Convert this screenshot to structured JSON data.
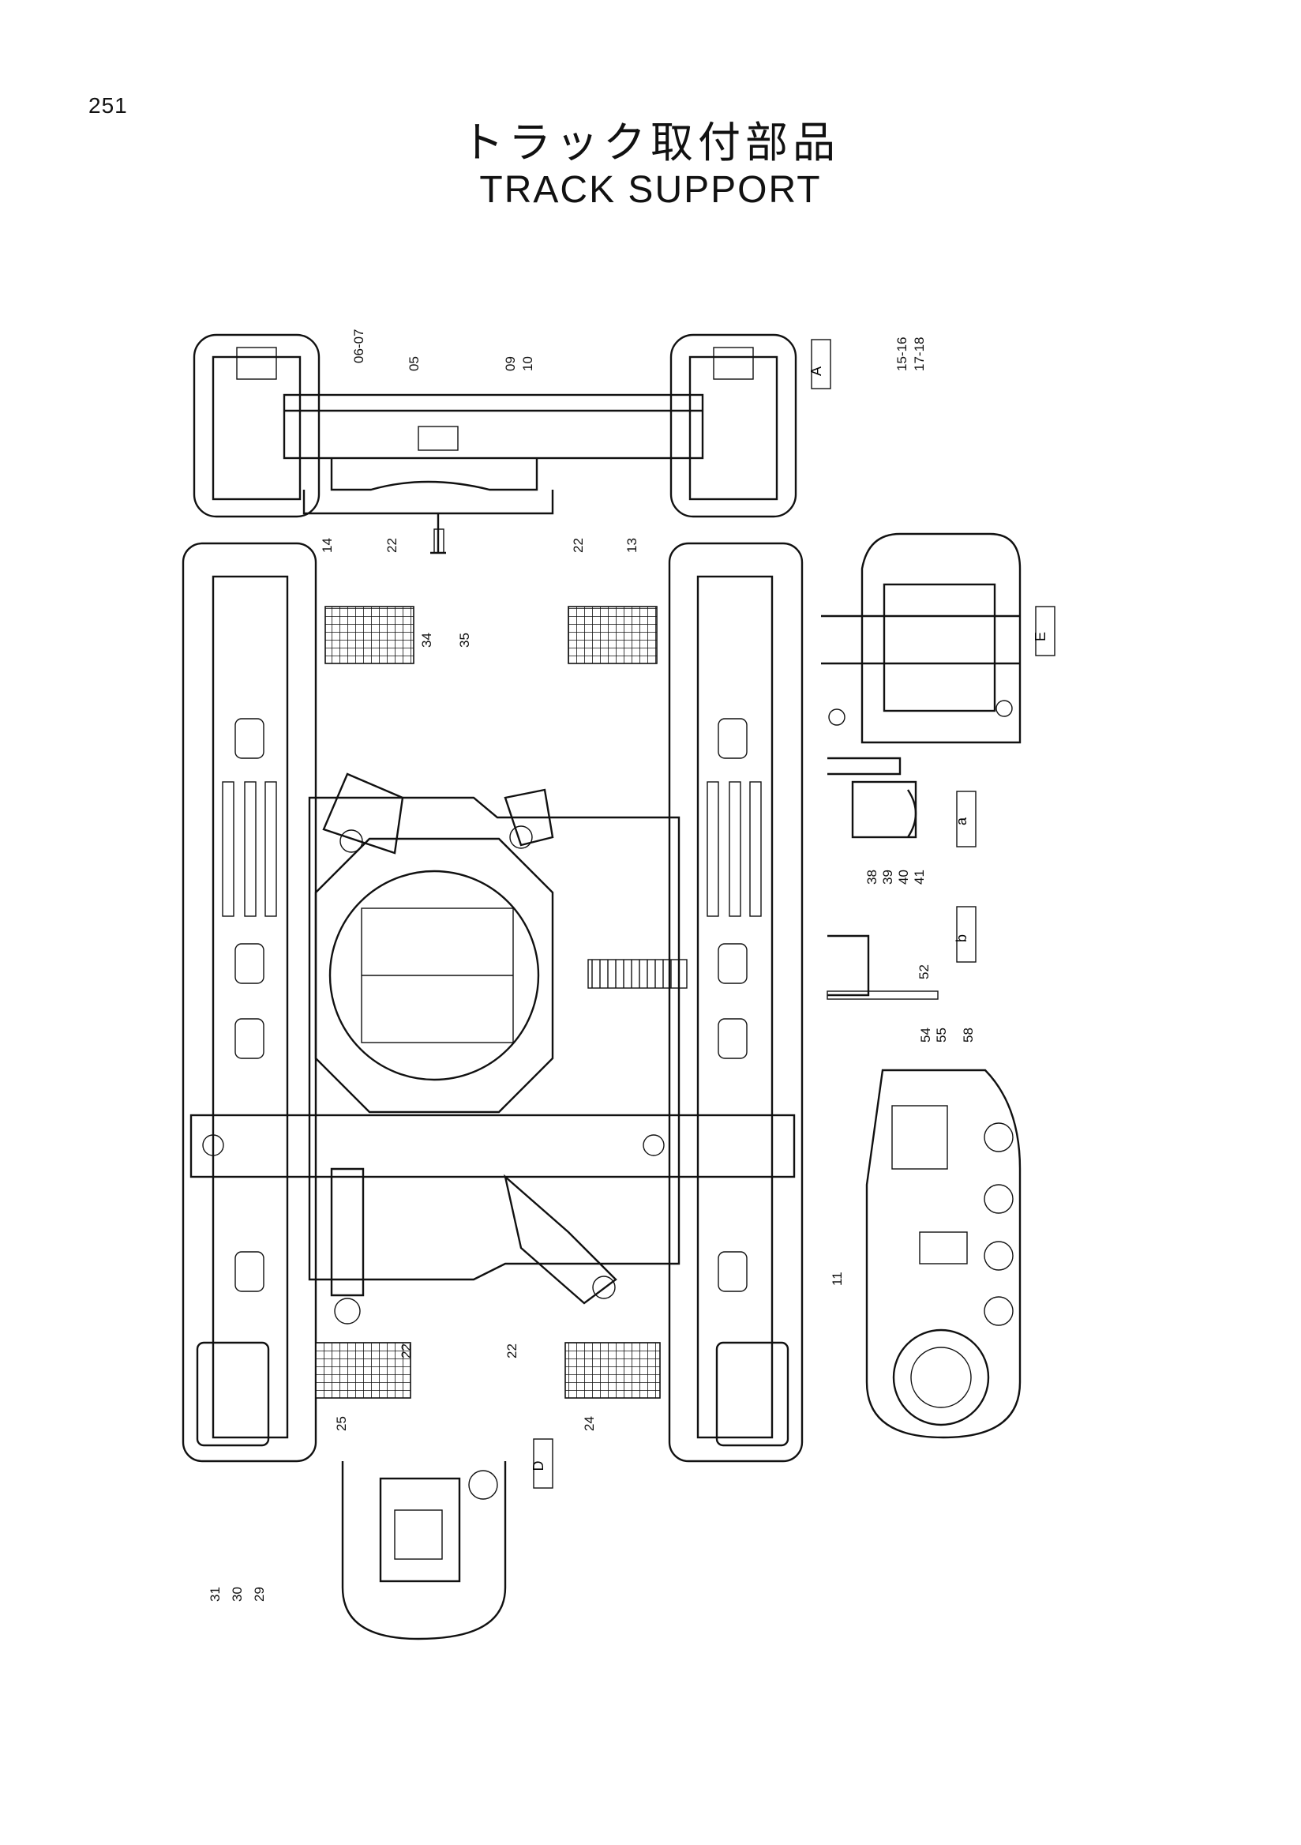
{
  "page": {
    "number": "251"
  },
  "title": {
    "japanese": "トラック取付部品",
    "english": "TRACK SUPPORT"
  },
  "reference_labels": {
    "section_a": "A",
    "section_e": "E",
    "detail_a": "a",
    "detail_b": "b",
    "view_d": "D"
  },
  "callouts": [
    "06-07",
    "05",
    "09",
    "10",
    "15-16",
    "17-18",
    "14",
    "22",
    "13",
    "34",
    "35",
    "38",
    "39",
    "40",
    "41",
    "52",
    "54",
    "55",
    "58",
    "11",
    "25",
    "24",
    "31",
    "30",
    "29"
  ]
}
